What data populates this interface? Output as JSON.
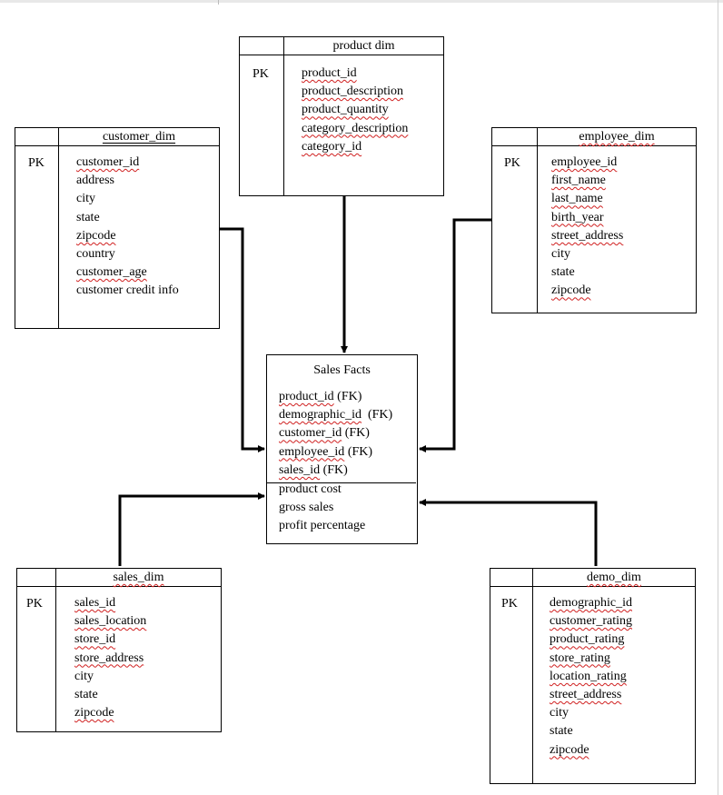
{
  "entities": {
    "product_dim": {
      "title": "product dim",
      "pk": "PK",
      "attributes": [
        "product_id",
        "product_description",
        "product_quantity",
        "category_description",
        "category_id"
      ]
    },
    "customer_dim": {
      "title": "customer_dim",
      "pk": "PK",
      "attributes": [
        "customer_id",
        "address",
        "city",
        "state",
        "zipcode",
        "country",
        "customer_age",
        "customer credit info"
      ]
    },
    "employee_dim": {
      "title": "employee_dim",
      "pk": "PK",
      "attributes": [
        "employee_id",
        "first_name",
        "last_name",
        "birth_year",
        "street_address",
        "city",
        "state",
        "zipcode"
      ]
    },
    "sales_dim": {
      "title": "sales_dim",
      "pk": "PK",
      "attributes": [
        "sales_id",
        "sales_location",
        "store_id",
        "store_address",
        "city",
        "state",
        "zipcode"
      ]
    },
    "demo_dim": {
      "title": "demo_dim",
      "pk": "PK",
      "attributes": [
        "demographic_id",
        "customer_rating",
        "product_rating",
        "store_rating",
        "location_rating",
        "street_address",
        "city",
        "state",
        "zipcode"
      ]
    }
  },
  "sales_facts": {
    "title": "Sales Facts",
    "foreign_keys": [
      {
        "name": "product_id",
        "suffix": " (FK)"
      },
      {
        "name": "demographic_id",
        "suffix": "  (FK)"
      },
      {
        "name": "customer_id",
        "suffix": " (FK)"
      },
      {
        "name": "employee_id",
        "suffix": " (FK)"
      },
      {
        "name": "sales_id",
        "suffix": " (FK)"
      }
    ],
    "measures": [
      "product cost",
      "gross sales",
      "profit percentage"
    ]
  },
  "relationships": [
    {
      "from": "product_dim",
      "to": "sales_facts"
    },
    {
      "from": "customer_dim",
      "to": "sales_facts"
    },
    {
      "from": "employee_dim",
      "to": "sales_facts"
    },
    {
      "from": "sales_dim",
      "to": "sales_facts"
    },
    {
      "from": "demo_dim",
      "to": "sales_facts"
    }
  ],
  "colors": {
    "line": "#000000",
    "spellcheck_squiggle": "#d02020"
  }
}
